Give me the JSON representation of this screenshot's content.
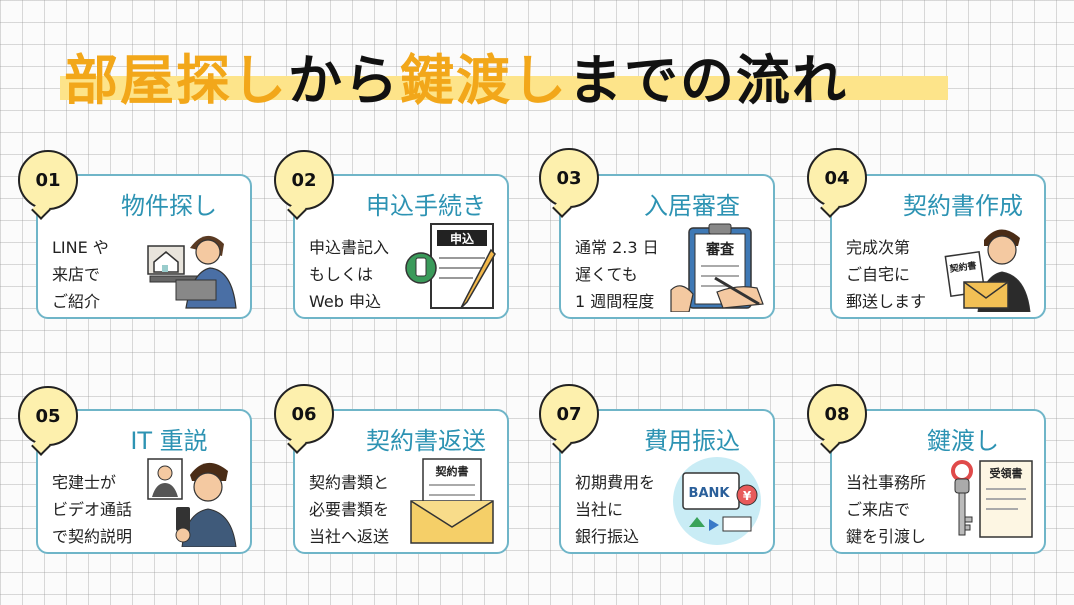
{
  "title": {
    "part1": "部屋探し",
    "part2": "から",
    "part3": "鍵渡し",
    "part4": "までの流れ"
  },
  "steps": [
    {
      "num": "01",
      "title": "物件探し",
      "body": "LINE や\n来店で\nご紹介",
      "icon": "person-laptop-icon"
    },
    {
      "num": "02",
      "title": "申込手続き",
      "body": "申込書記入\nもしくは\nWeb 申込",
      "icon": "application-form-icon",
      "doc_label": "申込"
    },
    {
      "num": "03",
      "title": "入居審査",
      "body": "通常 2.3 日\n遅くても\n1 週間程度",
      "icon": "clipboard-review-icon",
      "doc_label": "審査"
    },
    {
      "num": "04",
      "title": "契約書作成",
      "body": "完成次第\nご自宅に\n郵送します",
      "icon": "person-contract-icon",
      "doc_label": "契約書"
    },
    {
      "num": "05",
      "title": "IT 重説",
      "body": "宅建士が\nビデオ通話\nで契約説明",
      "icon": "video-call-icon"
    },
    {
      "num": "06",
      "title": "契約書返送",
      "body": "契約書類と\n必要書類を\n当社へ返送",
      "icon": "envelope-contract-icon",
      "doc_label": "契約書"
    },
    {
      "num": "07",
      "title": "費用振込",
      "body": "初期費用を\n当社に\n銀行振込",
      "icon": "bank-transfer-icon",
      "doc_label": "BANK"
    },
    {
      "num": "08",
      "title": "鍵渡し",
      "body": "当社事務所\nご来店で\n鍵を引渡し",
      "icon": "key-receipt-icon",
      "doc_label": "受領書"
    }
  ],
  "colors": {
    "accent_orange": "#f2a71a",
    "card_border": "#6fb5c8",
    "card_title": "#2d93b3",
    "badge_fill": "#fdf0ad",
    "highlight": "#fde48a"
  }
}
